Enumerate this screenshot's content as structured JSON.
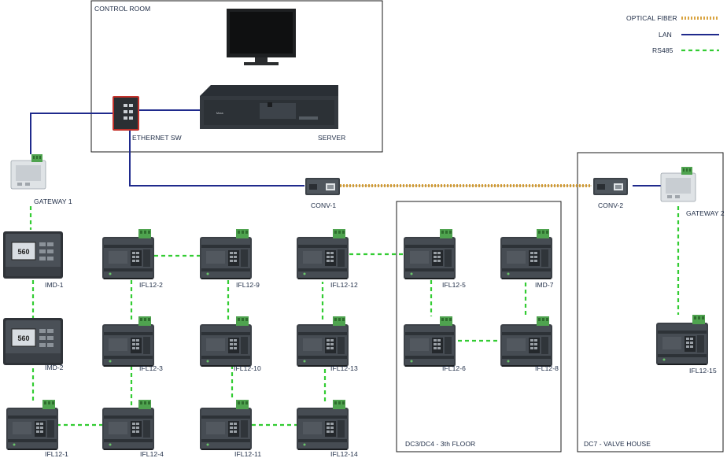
{
  "legend": {
    "optical_fiber": "OPTICAL FIBER",
    "lan": "LAN",
    "rs485": "RS485",
    "colors": {
      "optical_fiber": "#d9a441",
      "lan": "#1f2a8c",
      "rs485": "#33cc33"
    }
  },
  "zones": {
    "control_room": "CONTROL ROOM",
    "dc3_dc4": "DC3/DC4 - 3th FLOOR",
    "dc7": "DC7 - VALVE HOUSE"
  },
  "devices": {
    "ethernet_sw": "ETHERNET SW",
    "server": "SERVER",
    "gateway1": "GATEWAY 1",
    "gateway2": "GATEWAY 2",
    "conv1": "CONV-1",
    "conv2": "CONV-2",
    "imd1": "IMD-1",
    "imd2": "IMD-2",
    "imd7": "IMD-7",
    "ifl12_1": "IFL12-1",
    "ifl12_2": "IFL12-2",
    "ifl12_3": "IFL12-3",
    "ifl12_4": "IFL12-4",
    "ifl12_5": "IFL12-5",
    "ifl12_6": "IFL12-6",
    "ifl12_8": "IFL12-8",
    "ifl12_9": "IFL12-9",
    "ifl12_10": "IFL12-10",
    "ifl12_11": "IFL12-11",
    "ifl12_12": "IFL12-12",
    "ifl12_13": "IFL12-13",
    "ifl12_14": "IFL12-14",
    "ifl12_15": "IFL12-15"
  },
  "panel_meter_reading": "560",
  "server_plate": "Moxa"
}
